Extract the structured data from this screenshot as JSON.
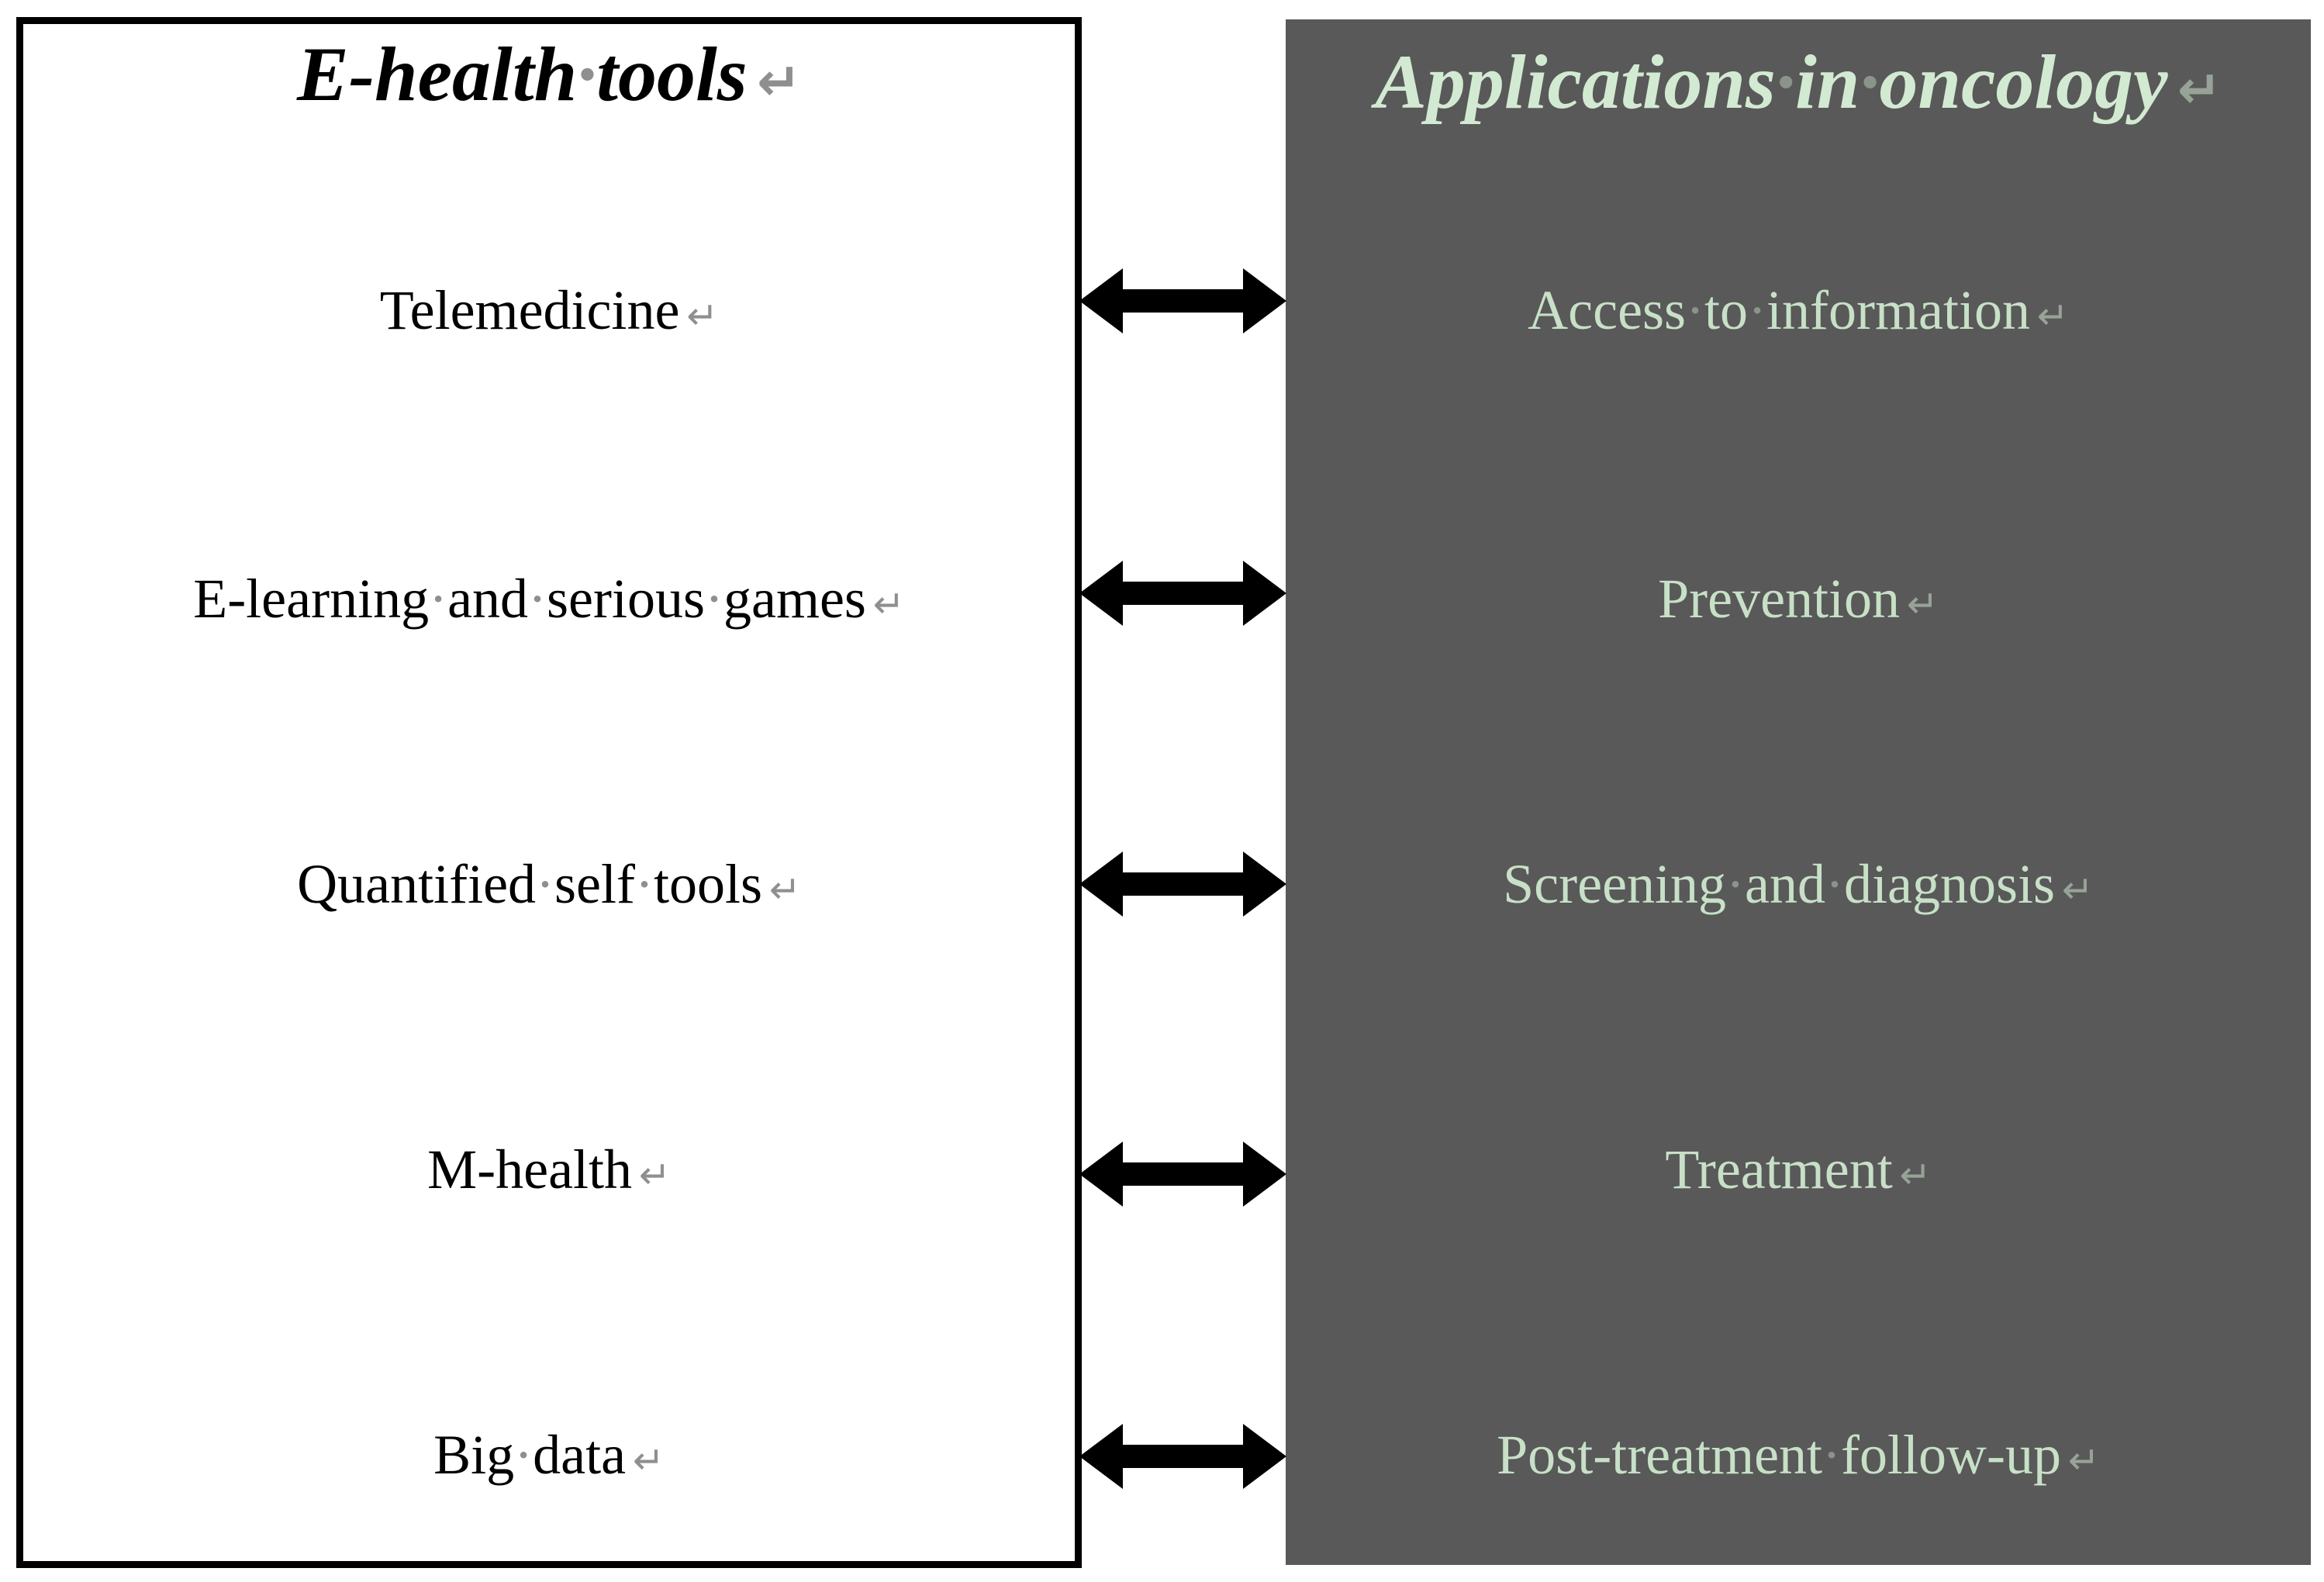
{
  "figure": {
    "type": "two-column mapping diagram",
    "connector_style": "double-headed horizontal arrow"
  },
  "left_panel": {
    "title": "E-health tools",
    "items": [
      "Telemedicine",
      "E-learning and serious games",
      "Quantified self tools",
      "M-health",
      "Big data"
    ]
  },
  "right_panel": {
    "title": "Applications in oncology",
    "items": [
      "Access to information",
      "Prevention",
      "Screening and diagnosis",
      "Treatment",
      "Post-treatment follow-up"
    ]
  },
  "connectors": [
    {
      "from": "Telemedicine",
      "to": "Access to information"
    },
    {
      "from": "E-learning and serious games",
      "to": "Prevention"
    },
    {
      "from": "Quantified self tools",
      "to": "Screening and diagnosis"
    },
    {
      "from": "M-health",
      "to": "Treatment"
    },
    {
      "from": "Big data",
      "to": "Post-treatment follow-up"
    }
  ],
  "marks": {
    "space_dot": "·",
    "pilcrow": "↵"
  },
  "colors": {
    "left_panel_bg": "#ffffff",
    "left_panel_border": "#000000",
    "left_text": "#000000",
    "right_panel_bg": "#595959",
    "right_title_text": "#d2ead2",
    "right_text": "#c7e0c7",
    "arrow": "#000000",
    "formatting_marks": "#8f8f8f"
  }
}
